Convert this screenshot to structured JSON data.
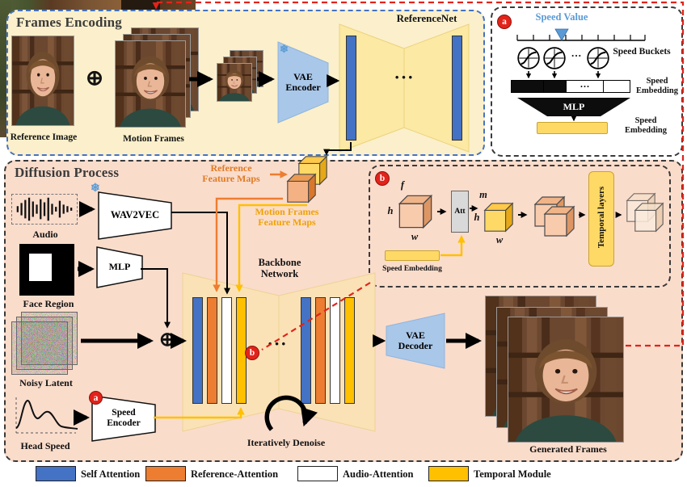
{
  "frames_encoding": {
    "title": "Frames Encoding",
    "reference_image_label": "Reference Image",
    "motion_frames_label": "Motion Frames",
    "plus": "⊕",
    "snowflake": "❄",
    "vae_encoder_label": "VAE Encoder",
    "referencenet_label": "ReferenceNet",
    "dots": "···"
  },
  "speed_inset": {
    "badge": "a",
    "speed_value_label": "Speed Value",
    "speed_buckets_label": "Speed Buckets",
    "bucket_dots": "···",
    "bar_dots": "···",
    "speed_embedding_label": "Speed Embedding",
    "mlp_label": "MLP",
    "speed_embedding_out_label": "Speed Embedding"
  },
  "diffusion": {
    "title": "Diffusion Process",
    "audio_label": "Audio",
    "snowflake": "❄",
    "wav2vec_label": "WAV2VEC",
    "face_region_label": "Face Region",
    "mlp_label": "MLP",
    "noisy_latent_label": "Noisy Latent",
    "head_speed_label": "Head Speed",
    "speed_encoder_label": "Speed Encoder",
    "speed_encoder_badge": "a",
    "plus": "⊕",
    "reference_feature_maps_label": "Reference Feature Maps",
    "motion_frames_feature_maps_label": "Motion Frames Feature Maps",
    "backbone_label": "Backbone Network",
    "backbone_badge": "b",
    "backbone_dots": "···",
    "iteratively_denoise_label": "Iteratively Denoise",
    "vae_decoder_label": "VAE Decoder",
    "generated_frames_label": "Generated Frames"
  },
  "temporal_inset": {
    "badge": "b",
    "f_label": "f",
    "h_label": "h",
    "w_label": "w",
    "att_label": "Att",
    "m_label": "m",
    "h2_label": "h",
    "w2_label": "w",
    "speed_embedding_label": "Speed Embedding",
    "temporal_layers_label": "Temporal layers"
  },
  "legend": [
    {
      "label": "Self Attention",
      "color": "#4472C4"
    },
    {
      "label": "Reference-Attention",
      "color": "#ED7D31"
    },
    {
      "label": "Audio-Attention",
      "color": "#FFFFFF"
    },
    {
      "label": "Temporal Module",
      "color": "#FFC000"
    }
  ],
  "colors": {
    "self_attention_blue": "#4472C4",
    "reference_attention_orange": "#ED7D31",
    "audio_attention_white": "#FFFFFF",
    "temporal_module_yellow": "#FFC000",
    "frames_panel_bg": "#FBF0CB",
    "diffusion_panel_bg": "#FADCCB",
    "network_fill": "#FBE9A4",
    "vae_fill": "#A9C7E9",
    "badge_red": "#E3231A",
    "speed_value_blue": "#5B9BD5"
  }
}
